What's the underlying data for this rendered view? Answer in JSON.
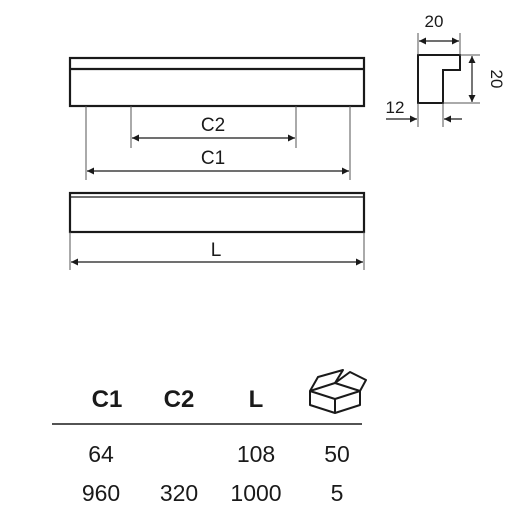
{
  "front_view": {
    "c2_label": "C2",
    "c1_label": "C1"
  },
  "bottom_view": {
    "l_label": "L"
  },
  "profile": {
    "width_label": "20",
    "height_label": "20",
    "base_label": "12"
  },
  "table": {
    "headers": [
      "C1",
      "C2",
      "L"
    ],
    "box_icon": "box-package-icon",
    "rows": [
      {
        "c1": "64",
        "c2": "",
        "l": "108",
        "qty": "50"
      },
      {
        "c1": "960",
        "c2": "320",
        "l": "1000",
        "qty": "5"
      }
    ]
  }
}
